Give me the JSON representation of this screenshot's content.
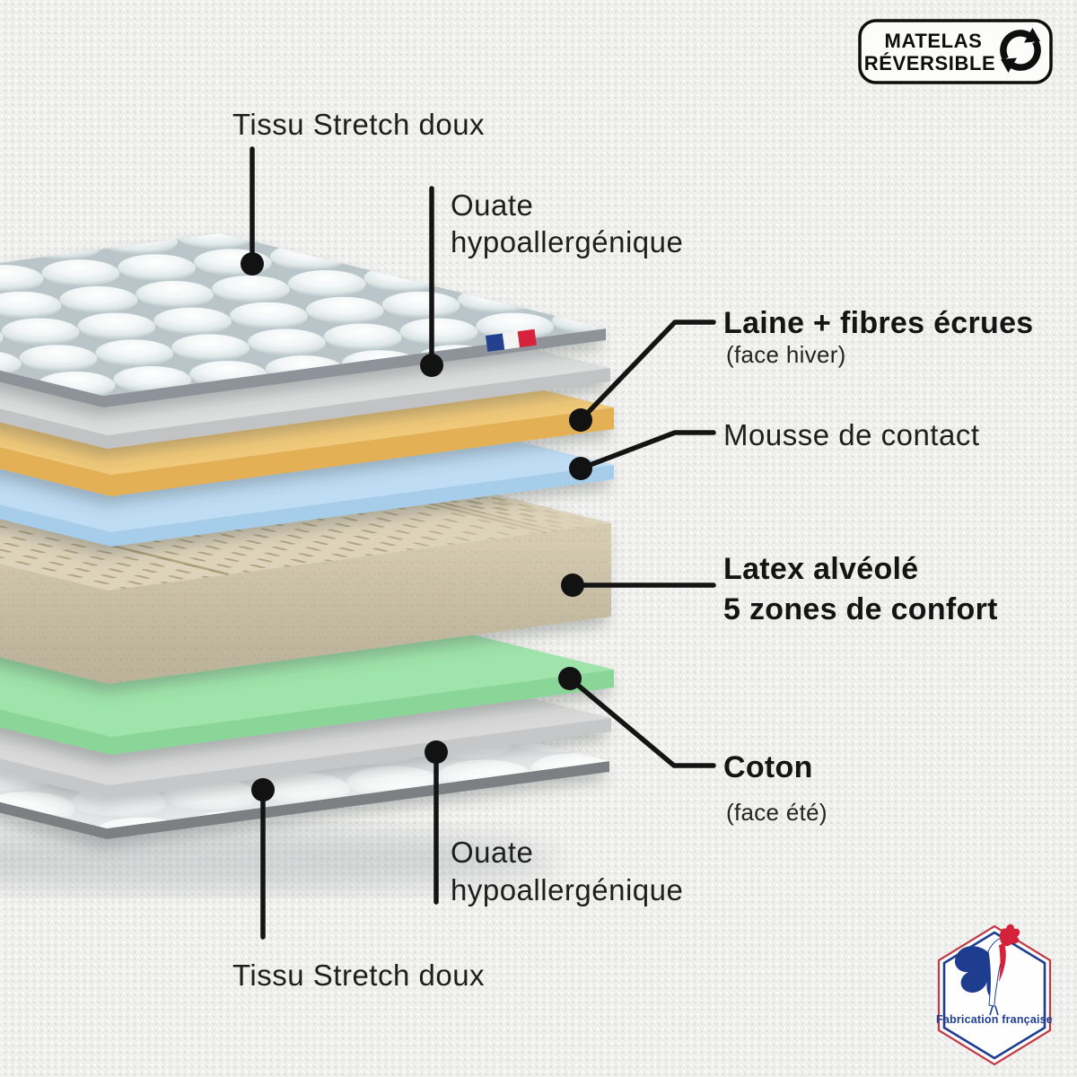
{
  "badge": {
    "line1": "MATELAS",
    "line2": "RÉVERSIBLE"
  },
  "annotations": {
    "tissu_top": {
      "label": "Tissu Stretch doux"
    },
    "ouate_top": {
      "line1": "Ouate",
      "line2": "hypoallergénique"
    },
    "laine": {
      "label": "Laine + fibres écrues",
      "sub": "(face hiver)"
    },
    "mousse": {
      "label": "Mousse de contact"
    },
    "latex": {
      "line1": "Latex alvéolé",
      "line2": "5 zones de confort"
    },
    "coton": {
      "label": "Coton",
      "sub": "(face été)"
    },
    "ouate_bottom": {
      "line1": "Ouate",
      "line2": "hypoallergénique"
    },
    "tissu_bottom": {
      "label": "Tissu Stretch doux"
    }
  },
  "made_in_france": {
    "caption": "Fabrication française"
  },
  "colors": {
    "flag_blue": "#20408e",
    "flag_white": "#f4f4f4",
    "flag_red": "#d6213a",
    "logo_red": "#c23a45",
    "logo_blue": "#1e3d8f",
    "leader_line": "#141414",
    "text": "#1e1e1e",
    "background": "#f1f1ef"
  },
  "layers": [
    {
      "name": "Tissu Stretch doux",
      "top_color": "#ccd6d9",
      "edge_color": "#8e9399"
    },
    {
      "name": "Ouate hypoallergénique",
      "top_color": "#dcdddd",
      "edge_color": "#c2c3c5"
    },
    {
      "name": "Laine + fibres écrues",
      "face": "face hiver",
      "top_color": "#f1c979",
      "edge_color": "#e4b055"
    },
    {
      "name": "Mousse de contact",
      "top_color": "#bedcf4",
      "edge_color": "#a6cdea"
    },
    {
      "name": "Latex alvéolé 5 zones de confort",
      "top_color": "#ddd3ba",
      "edge_color": "#d5cbb1"
    },
    {
      "name": "Coton",
      "face": "face été",
      "top_color": "#9fe4aa",
      "edge_color": "#89d698"
    },
    {
      "name": "Ouate hypoallergénique",
      "top_color": "#d9d9d9",
      "edge_color": "#c6c7c8"
    },
    {
      "name": "Tissu Stretch doux",
      "top_color": "#eef0f1",
      "edge_color": "#7d8083"
    }
  ]
}
